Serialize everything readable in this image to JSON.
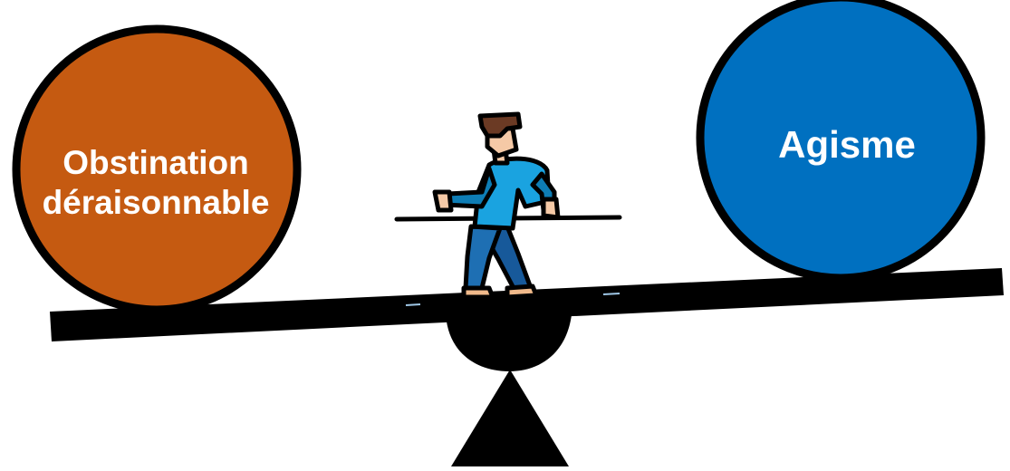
{
  "left_ball": {
    "label_line1": "Obstination",
    "label_line2": "déraisonnable",
    "color": "#c55a11"
  },
  "right_ball": {
    "label": "Agisme",
    "color": "#0070c0"
  },
  "colors": {
    "outline": "#000000",
    "shirt": "#1aa3e0",
    "shirt_shadow": "#0e7db5",
    "pants": "#1e6fb3",
    "pants_shadow": "#17599a",
    "skin": "#f5c9a6",
    "hair": "#6b3a24",
    "shoes": "#f0b98a"
  },
  "icons": [
    "seesaw-icon",
    "tightrope-walker-icon"
  ]
}
